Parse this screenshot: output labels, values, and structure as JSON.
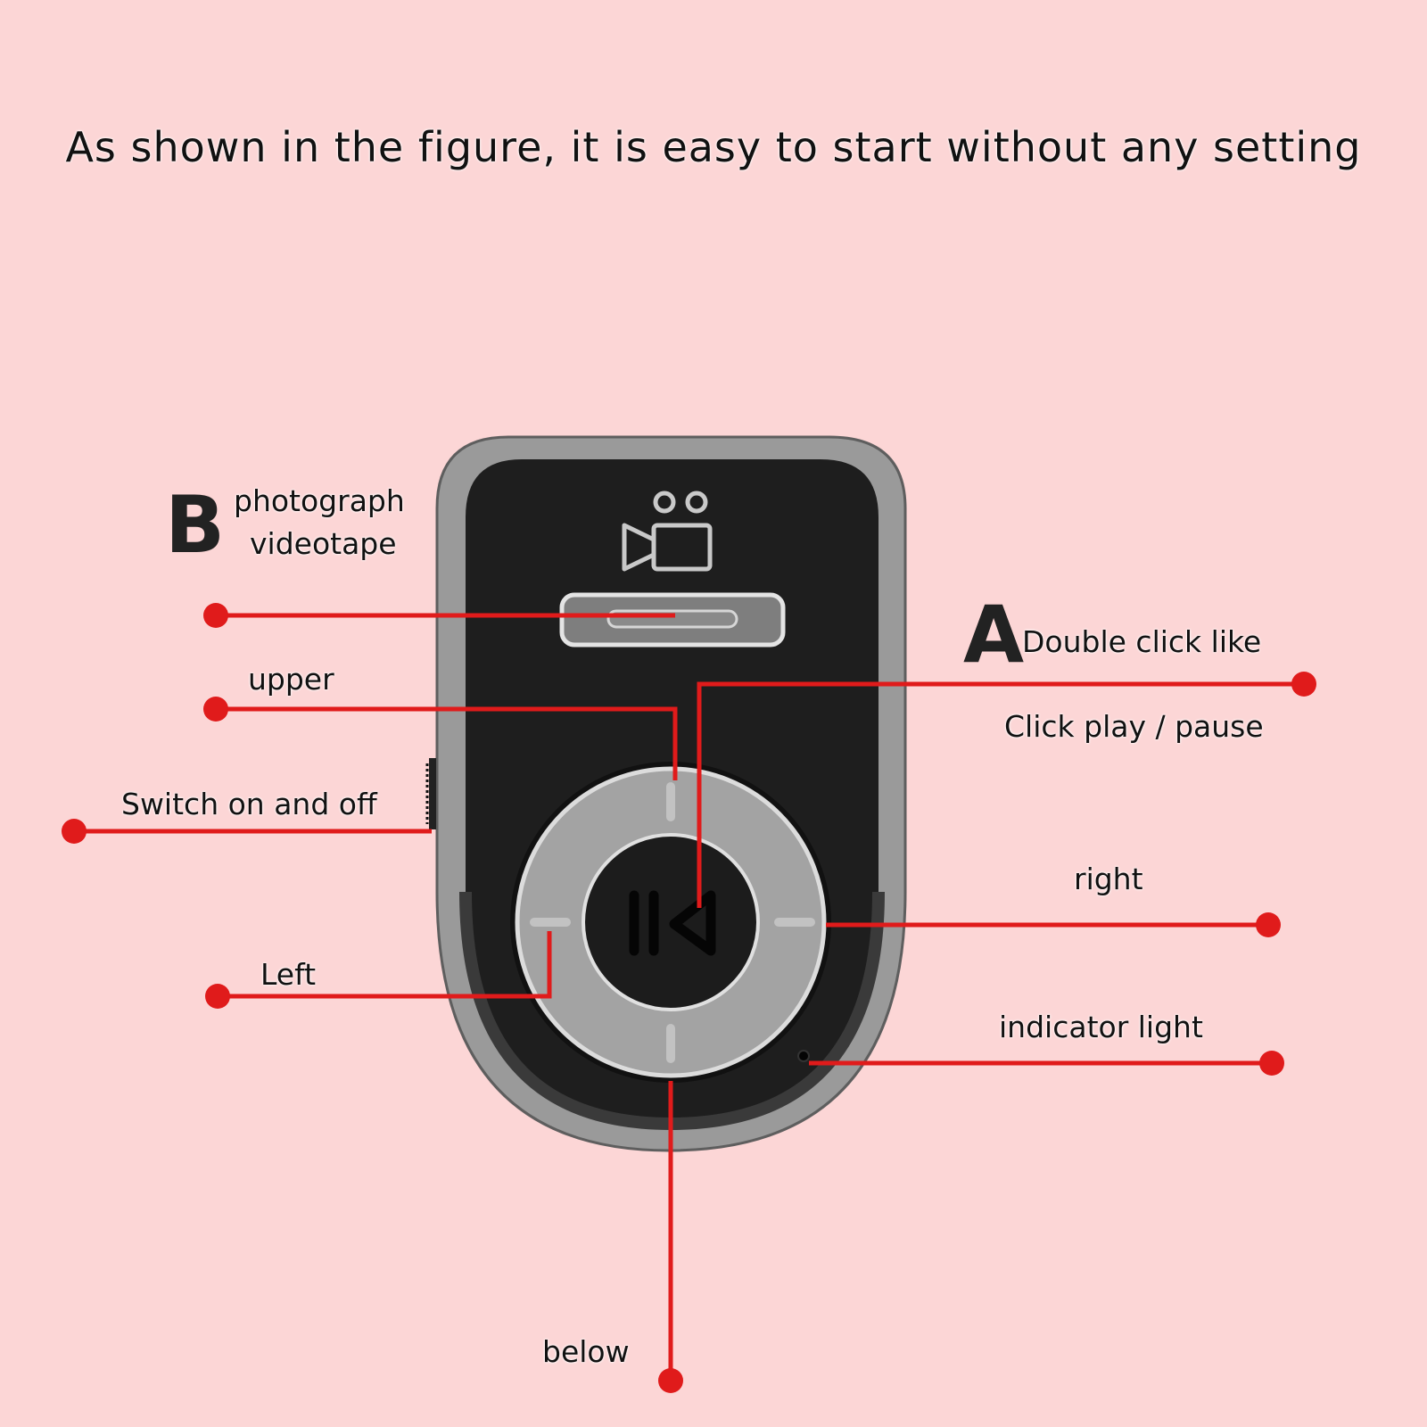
{
  "headline": "As shown in the figure, it is easy to start without any setting",
  "labels": {
    "b_letter": "B",
    "b_line1": "photograph",
    "b_line2": "videotape",
    "a_letter": "A",
    "a_line1": "Double click like",
    "a_line2": "Click play / pause",
    "upper": "upper",
    "switch": "Switch on and off",
    "right": "right",
    "left": "Left",
    "indicator": "indicator light",
    "below": "below"
  },
  "colors": {
    "background": "#fcd6d6",
    "callout_red": "#e01b1b",
    "device_body": "#1f1f1f",
    "device_frame": "#8c8c8c",
    "dial_ring": "#a3a3a3"
  },
  "icons": {
    "camera": "video-camera-icon",
    "center_button": "play-pause-icon"
  }
}
